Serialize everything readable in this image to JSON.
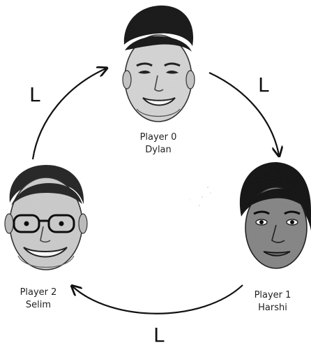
{
  "players": [
    {
      "role": "Player 0",
      "name": "Dylan"
    },
    {
      "role": "Player 1",
      "name": "Harshi"
    },
    {
      "role": "Player 2",
      "name": "Selim"
    }
  ],
  "edges": [
    {
      "label": "L"
    },
    {
      "label": "L"
    },
    {
      "label": "L"
    }
  ],
  "colors": {
    "ink": "#111111",
    "background": "#ffffff"
  }
}
